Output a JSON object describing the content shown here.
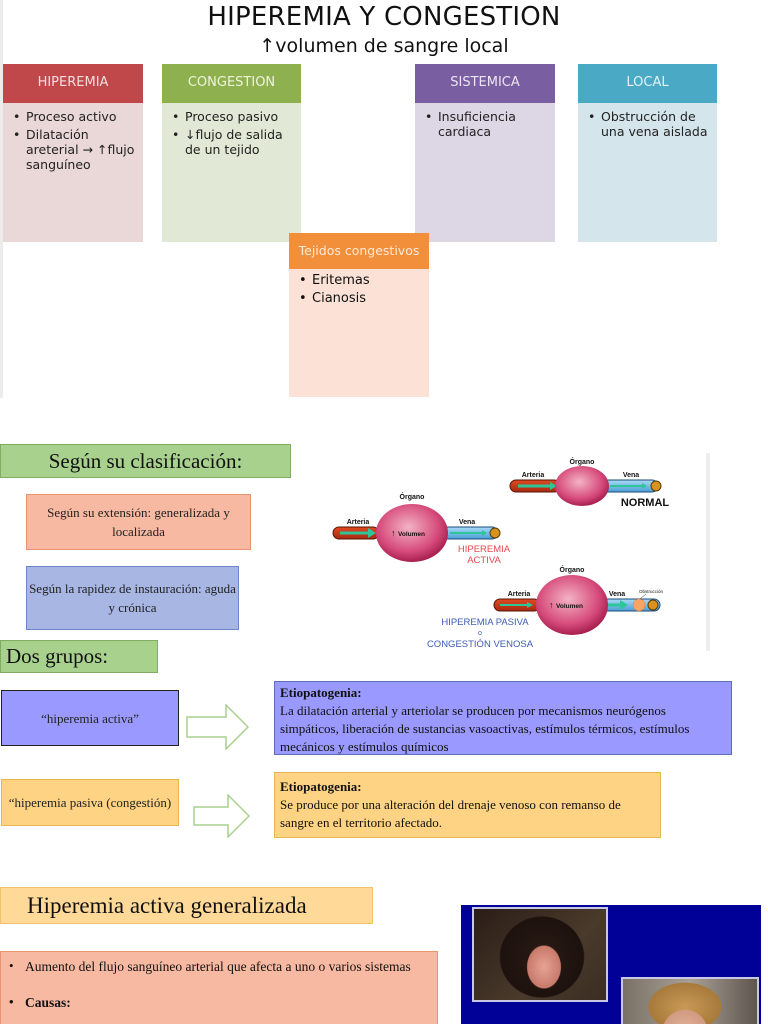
{
  "slide1": {
    "title": "HIPEREMIA Y CONGESTION",
    "subtitle": "↑volumen de sangre local",
    "columns": [
      {
        "header": "HIPEREMIA",
        "items": [
          "Proceso activo",
          "Dilatación areterial → ↑flujo sanguíneo"
        ],
        "color": "#c0484b"
      },
      {
        "header": "CONGESTION",
        "items": [
          "Proceso pasivo",
          "↓flujo de salida de un tejido"
        ],
        "color": "#8fb04f"
      },
      {
        "header": "SISTEMICA",
        "items": [
          "Insuficiencia cardiaca"
        ],
        "color": "#7a5ea2"
      },
      {
        "header": "LOCAL",
        "items": [
          "Obstrucción de una vena aislada"
        ],
        "color": "#4aa9c5"
      },
      {
        "header": "Tejidos congestivos",
        "items": [
          "Eritemas",
          "Cianosis"
        ],
        "color": "#f28f3b"
      }
    ]
  },
  "slide2": {
    "classification_title": "Según su clasificación:",
    "extension_box": "Según su extensión: generalizada y localizada",
    "speed_box": "Según la rapidez de instauración: aguda y crónica",
    "groups_title": "Dos grupos:",
    "diagram": {
      "organ_label": "Órgano",
      "artery_label": "Arteria",
      "vein_label": "Vena",
      "volume_label": "Volumen",
      "obstruction_label": "Obstrucción",
      "normal_label": "NORMAL",
      "active_label_1": "HIPEREMIA",
      "active_label_2": "ACTIVA",
      "passive_label_1": "HIPEREMIA PASIVA",
      "passive_label_2": "o",
      "passive_label_3": "CONGESTIÓN VENOSA"
    },
    "active_group": "“hiperemia activa”",
    "passive_group": "“hiperemia pasiva (congestión)",
    "active_etio_title": "Etiopatogenia:",
    "active_etio_text": "La dilatación arterial y arteriolar se producen por mecanismos neurógenos simpáticos, liberación de sustancias vasoactivas, estímulos térmicos, estímulos mecánicos y estímulos químicos",
    "passive_etio_title": "Etiopatogenia:",
    "passive_etio_text": "Se produce por una alteración del drenaje venoso con remanso de sangre en el territorio afectado."
  },
  "slide3": {
    "title": "Hiperemia activa generalizada",
    "bullets": [
      "Aumento del flujo sanguíneo arterial que afecta a uno o varios sistemas",
      "Causas:"
    ],
    "photo_panel_color": "#020197"
  }
}
